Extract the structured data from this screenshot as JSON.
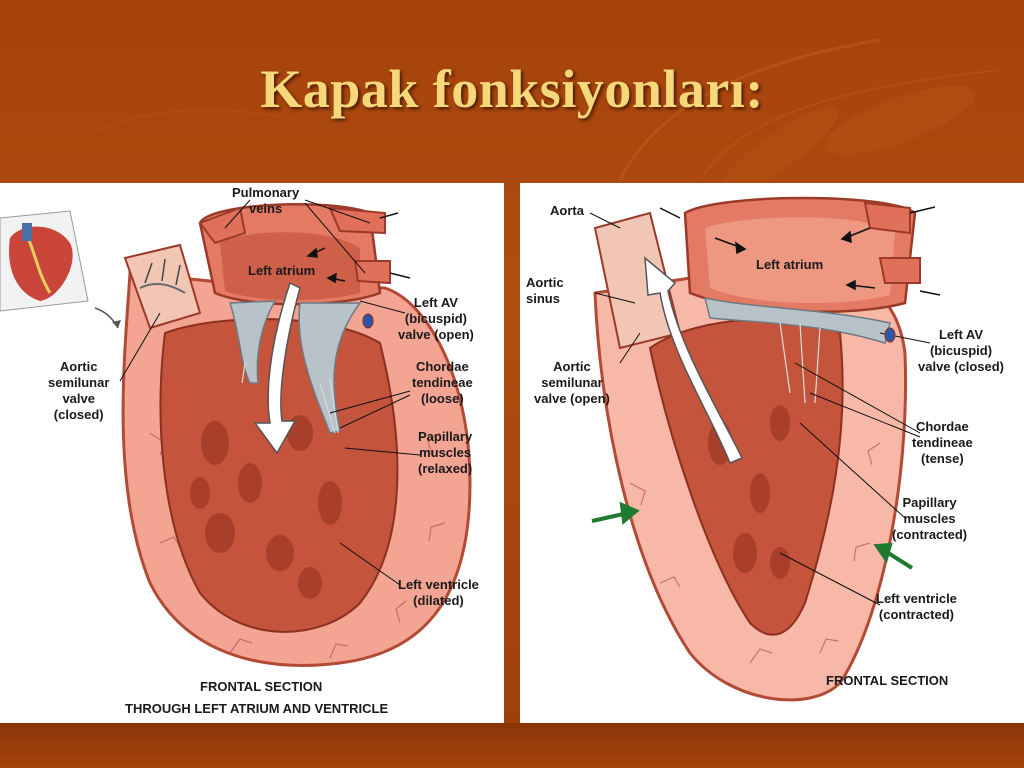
{
  "slide": {
    "title": "Kapak fonksiyonları:"
  },
  "left_panel": {
    "labels": {
      "pulmonary_veins": "Pulmonary\nveins",
      "left_atrium": "Left atrium",
      "left_av_valve": "Left AV\n(bicuspid)\nvalve (open)",
      "aortic_semilunar": "Aortic\nsemilunar\nvalve\n(closed)",
      "chordae": "Chordae\ntendineae\n(loose)",
      "papillary": "Papillary\nmuscles\n(relaxed)",
      "left_ventricle": "Left ventricle\n(dilated)",
      "caption_1": "FRONTAL SECTION",
      "caption_2": "THROUGH  LEFT ATRIUM AND VENTRICLE"
    }
  },
  "right_panel": {
    "labels": {
      "aorta": "Aorta",
      "aortic_sinus": "Aortic\nsinus",
      "left_atrium": "Left atrium",
      "left_av_valve": "Left AV\n(bicuspid)\nvalve (closed)",
      "aortic_semilunar": "Aortic\nsemilunar\nvalve (open)",
      "chordae": "Chordae\ntendineae\n(tense)",
      "papillary": "Papillary\nmuscles\n(contracted)",
      "left_ventricle": "Left ventricle\n(contracted)",
      "caption": "FRONTAL SECTION"
    }
  },
  "colors": {
    "background": "#a5430b",
    "title": "#f6d77a",
    "myocardium": "#f3a493",
    "chamber": "#c4543c",
    "vessel": "#e0705a",
    "arrow_green": "#1d7a2e"
  }
}
